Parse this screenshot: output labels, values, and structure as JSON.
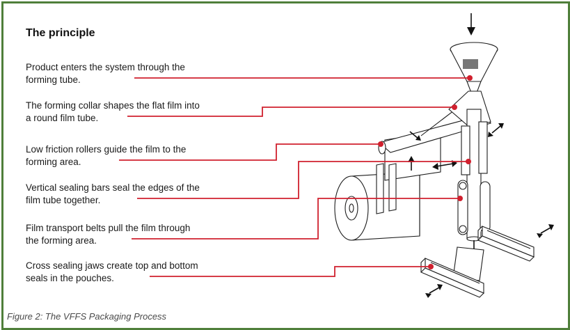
{
  "diagram": {
    "title": "The principle",
    "labels": [
      {
        "id": "product",
        "text": "Product enters the system through the\nforming tube."
      },
      {
        "id": "collar",
        "text": "The forming collar shapes the flat film into\na round film tube."
      },
      {
        "id": "rollers",
        "text": "Low friction rollers guide the film to the\nforming area."
      },
      {
        "id": "sealing-bars",
        "text": "Vertical sealing bars seal the edges of the\nfilm tube together."
      },
      {
        "id": "belts",
        "text": "Film transport belts pull the film through\nthe forming area."
      },
      {
        "id": "jaws",
        "text": "Cross sealing jaws create top and bottom\nseals in the pouches."
      }
    ],
    "leader_color": "#d0202e"
  },
  "caption": "Figure 2: The VFFS Packaging Process",
  "border_color": "#4f7f3a"
}
